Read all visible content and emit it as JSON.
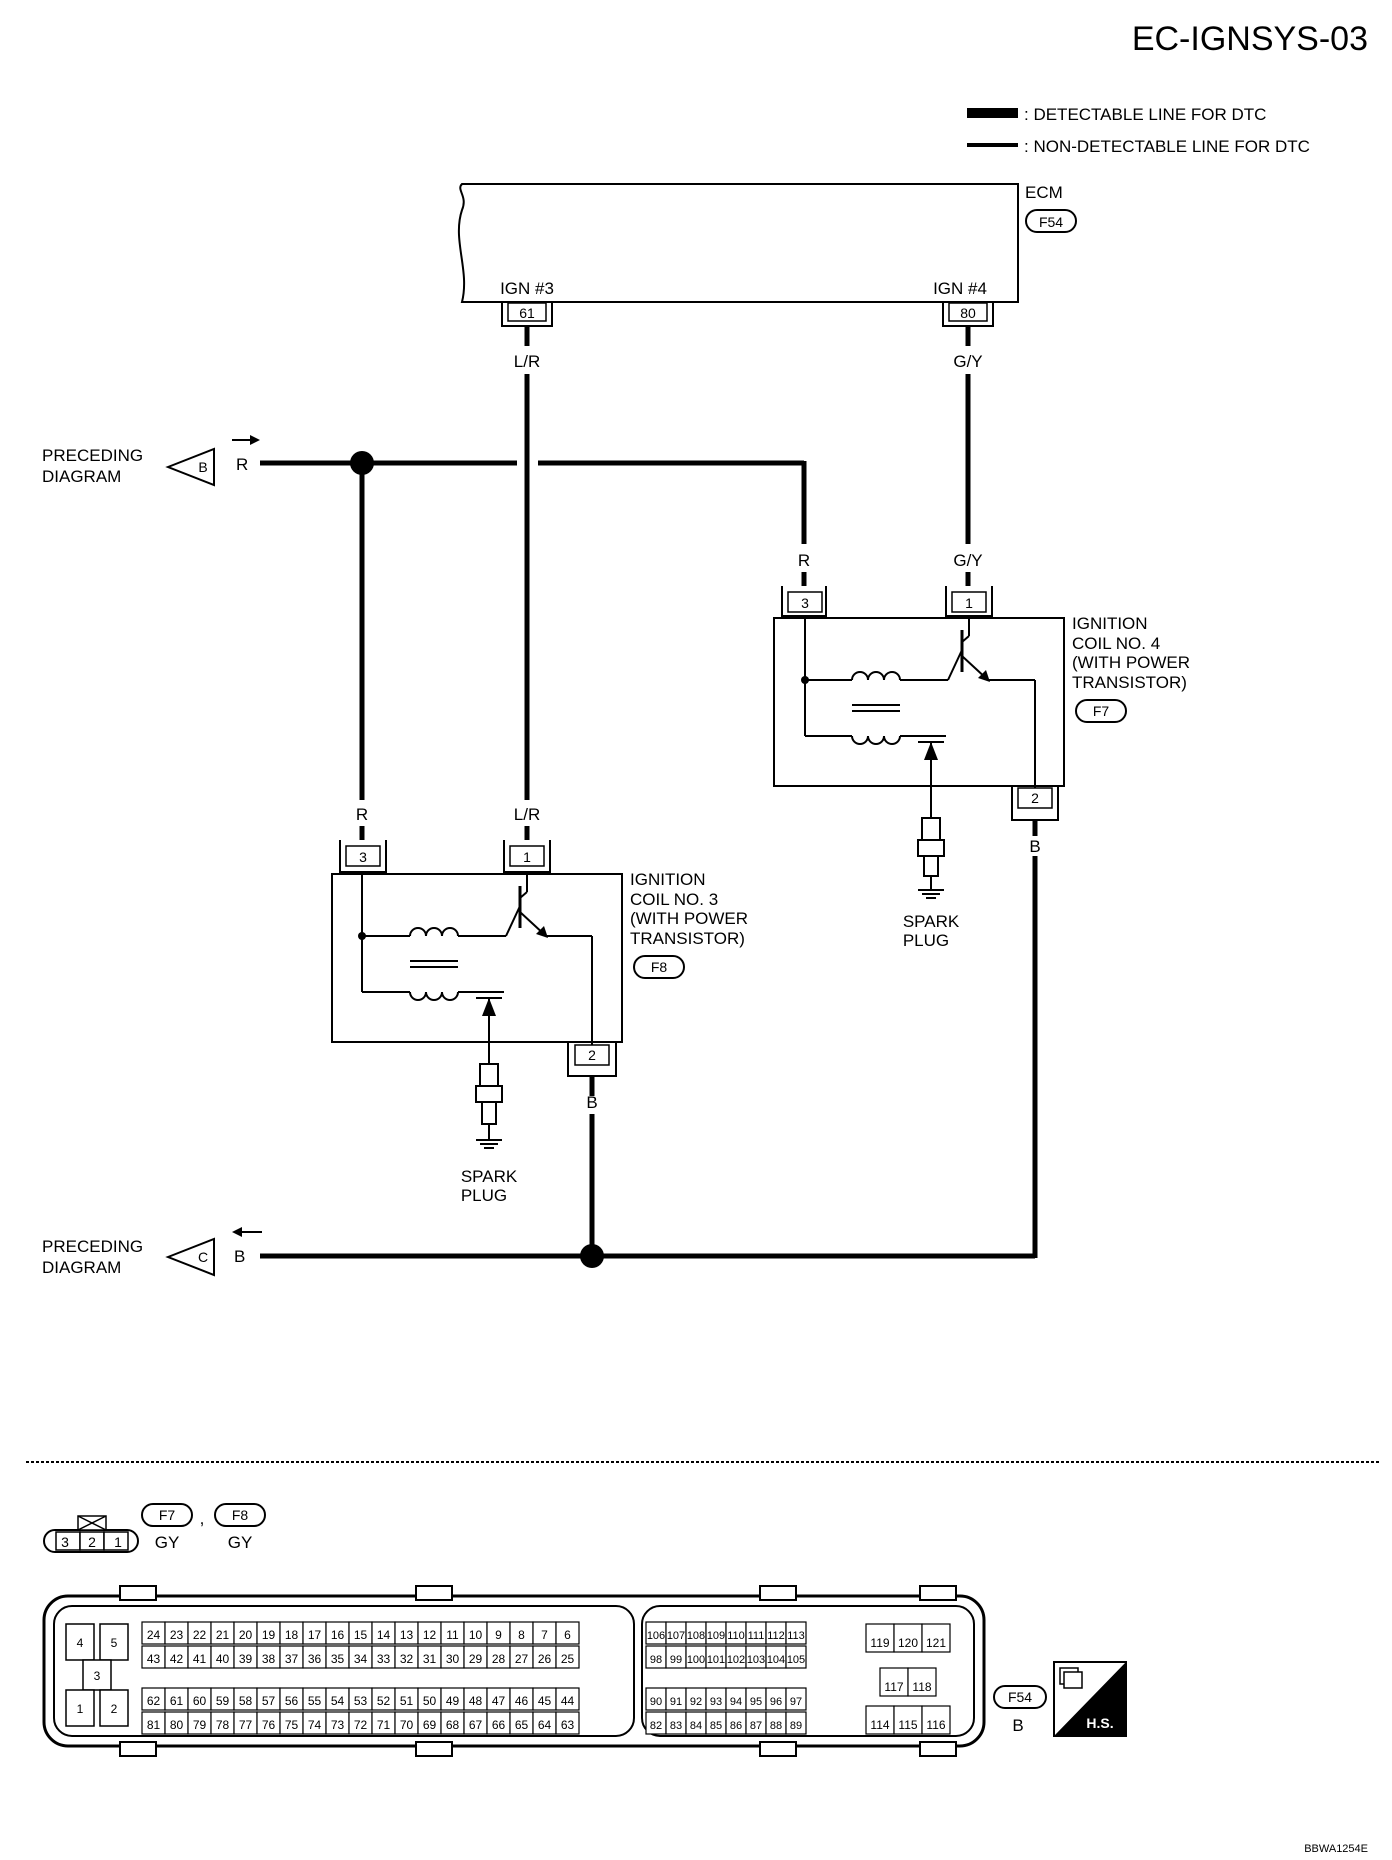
{
  "page_title": "EC-IGNSYS-03",
  "legend": {
    "detectable": ": DETECTABLE LINE FOR DTC",
    "non_detectable": ": NON-DETECTABLE LINE FOR DTC"
  },
  "ecm": {
    "name": "ECM",
    "connector": "F54",
    "terminals": [
      {
        "label": "IGN #3",
        "pin": "61",
        "wire": "L/R"
      },
      {
        "label": "IGN #4",
        "pin": "80",
        "wire": "G/Y"
      }
    ]
  },
  "preceding": [
    {
      "text1": "PRECEDING",
      "text2": "DIAGRAM",
      "tag": "B",
      "wire": "R"
    },
    {
      "text1": "PRECEDING",
      "text2": "DIAGRAM",
      "tag": "C",
      "wire": "B"
    }
  ],
  "coil4": {
    "line1": "IGNITION",
    "line2": "COIL NO. 4",
    "line3": "(WITH POWER",
    "line4": "TRANSISTOR)",
    "connector": "F7",
    "pins": [
      "3",
      "1",
      "2"
    ],
    "wires": [
      "R",
      "G/Y",
      "B"
    ],
    "plug1": "SPARK",
    "plug2": "PLUG"
  },
  "coil3": {
    "line1": "IGNITION",
    "line2": "COIL NO. 3",
    "line3": "(WITH POWER",
    "line4": "TRANSISTOR)",
    "connector": "F8",
    "pins": [
      "3",
      "1",
      "2"
    ],
    "wires": [
      "R",
      "L/R",
      "B"
    ],
    "plug1": "SPARK",
    "plug2": "PLUG"
  },
  "connectors": {
    "small_pins": [
      "3",
      "2",
      "1"
    ],
    "f7": "F7",
    "f8": "F8",
    "comma": ",",
    "gy1": "GY",
    "gy2": "GY",
    "f54": "F54",
    "f54_color": "B",
    "hs": "H.S.",
    "ecm_left_pins": [
      "4",
      "5",
      "3",
      "1",
      "2"
    ],
    "ecm_rows_a": [
      [
        "24",
        "23",
        "22",
        "21",
        "20",
        "19",
        "18",
        "17",
        "16",
        "15",
        "14",
        "13",
        "12",
        "11",
        "10",
        "9",
        "8",
        "7",
        "6"
      ],
      [
        "43",
        "42",
        "41",
        "40",
        "39",
        "38",
        "37",
        "36",
        "35",
        "34",
        "33",
        "32",
        "31",
        "30",
        "29",
        "28",
        "27",
        "26",
        "25"
      ],
      [
        "62",
        "61",
        "60",
        "59",
        "58",
        "57",
        "56",
        "55",
        "54",
        "53",
        "52",
        "51",
        "50",
        "49",
        "48",
        "47",
        "46",
        "45",
        "44"
      ],
      [
        "81",
        "80",
        "79",
        "78",
        "77",
        "76",
        "75",
        "74",
        "73",
        "72",
        "71",
        "70",
        "69",
        "68",
        "67",
        "66",
        "65",
        "64",
        "63"
      ]
    ],
    "ecm_rows_b": [
      [
        "106",
        "107",
        "108",
        "109",
        "110",
        "111",
        "112",
        "113"
      ],
      [
        "98",
        "99",
        "100",
        "101",
        "102",
        "103",
        "104",
        "105"
      ],
      [
        "90",
        "91",
        "92",
        "93",
        "94",
        "95",
        "96",
        "97"
      ],
      [
        "82",
        "83",
        "84",
        "85",
        "86",
        "87",
        "88",
        "89"
      ]
    ],
    "ecm_rows_c": [
      [
        "119",
        "120",
        "121"
      ],
      [
        "117",
        "118"
      ],
      [
        "114",
        "115",
        "116"
      ]
    ]
  },
  "figure_code": "BBWA1254E"
}
